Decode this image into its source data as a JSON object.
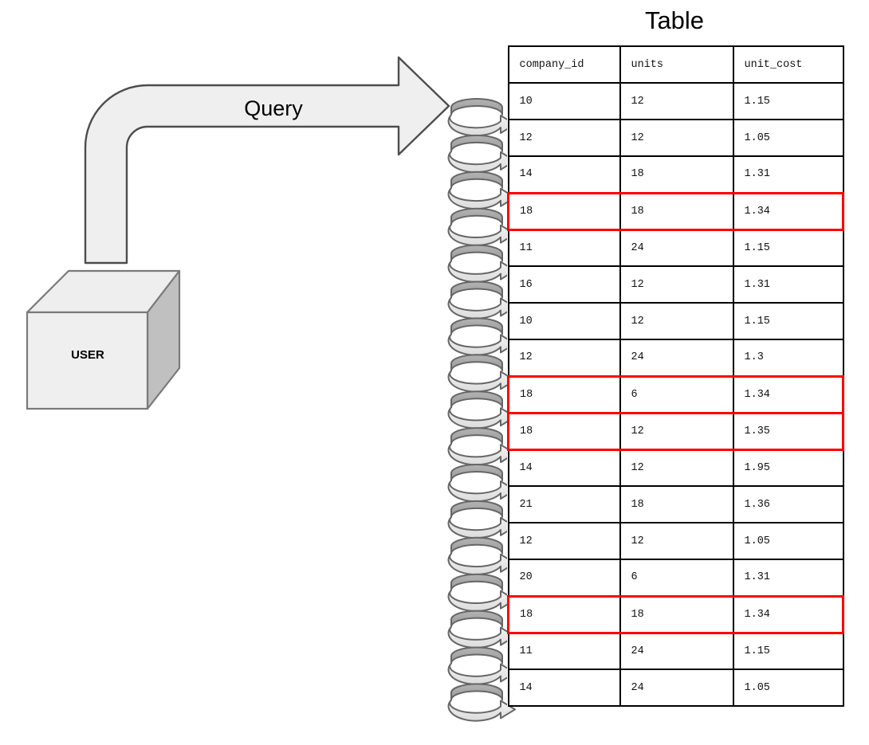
{
  "diagram": {
    "title": "Table",
    "query_label": "Query",
    "user_label": "USER",
    "icons": {
      "query_arrow": "elbow-arrow-icon",
      "user_cube": "cube-icon",
      "coil": "spiral-loop-arrow-icon"
    },
    "colors": {
      "shape_fill": "#efefef",
      "shape_stroke": "#4d4d4d",
      "cube_side_fill": "#c0c0c0",
      "cube_top_fill": "#eeeeee",
      "coil_dark": "#a6a6a6",
      "coil_light": "#e8e8e8",
      "coil_stroke": "#666666",
      "table_border": "#000000",
      "highlight": "#ff0000"
    },
    "coil_count": 17
  },
  "chart_data": {
    "type": "table",
    "title": "Table",
    "columns": [
      "company_id",
      "units",
      "unit_cost"
    ],
    "rows": [
      [
        "10",
        "12",
        "1.15"
      ],
      [
        "12",
        "12",
        "1.05"
      ],
      [
        "14",
        "18",
        "1.31"
      ],
      [
        "18",
        "18",
        "1.34"
      ],
      [
        "11",
        "24",
        "1.15"
      ],
      [
        "16",
        "12",
        "1.31"
      ],
      [
        "10",
        "12",
        "1.15"
      ],
      [
        "12",
        "24",
        "1.3"
      ],
      [
        "18",
        "6",
        "1.34"
      ],
      [
        "18",
        "12",
        "1.35"
      ],
      [
        "14",
        "12",
        "1.95"
      ],
      [
        "21",
        "18",
        "1.36"
      ],
      [
        "12",
        "12",
        "1.05"
      ],
      [
        "20",
        "6",
        "1.31"
      ],
      [
        "18",
        "18",
        "1.34"
      ],
      [
        "11",
        "24",
        "1.15"
      ],
      [
        "14",
        "24",
        "1.05"
      ]
    ],
    "highlighted_rows": [
      3,
      8,
      9,
      14
    ]
  }
}
